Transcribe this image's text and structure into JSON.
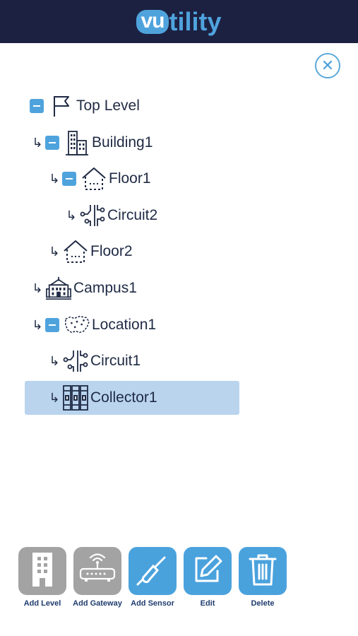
{
  "header": {
    "logo_pill": "vu",
    "logo_rest": "tility",
    "brand_color": "#4fa3dd",
    "bg_color": "#1c2142"
  },
  "close_button": {
    "icon": "close-icon",
    "glyph": "✕"
  },
  "tree": [
    {
      "label": "Top Level",
      "icon": "flag-icon",
      "collapsible": true,
      "arrow": false,
      "selected": false
    },
    {
      "label": "Building1",
      "icon": "building-icon",
      "collapsible": true,
      "arrow": true,
      "selected": false
    },
    {
      "label": "Floor1",
      "icon": "floor-icon",
      "collapsible": true,
      "arrow": true,
      "selected": false
    },
    {
      "label": "Circuit2",
      "icon": "circuit-icon",
      "collapsible": false,
      "arrow": true,
      "selected": false
    },
    {
      "label": "Floor2",
      "icon": "floor-icon",
      "collapsible": false,
      "arrow": true,
      "selected": false
    },
    {
      "label": "Campus1",
      "icon": "campus-icon",
      "collapsible": false,
      "arrow": true,
      "selected": false
    },
    {
      "label": "Location1",
      "icon": "map-icon",
      "collapsible": true,
      "arrow": true,
      "selected": false
    },
    {
      "label": "Circuit1",
      "icon": "circuit-icon",
      "collapsible": false,
      "arrow": true,
      "selected": false
    },
    {
      "label": "Collector1",
      "icon": "collector-icon",
      "collapsible": false,
      "arrow": true,
      "selected": true
    }
  ],
  "arrow_glyph": "↳",
  "toolbar": {
    "add_level": "Add Level",
    "add_gateway": "Add Gateway",
    "add_sensor": "Add Sensor",
    "edit": "Edit",
    "delete": "Delete"
  }
}
